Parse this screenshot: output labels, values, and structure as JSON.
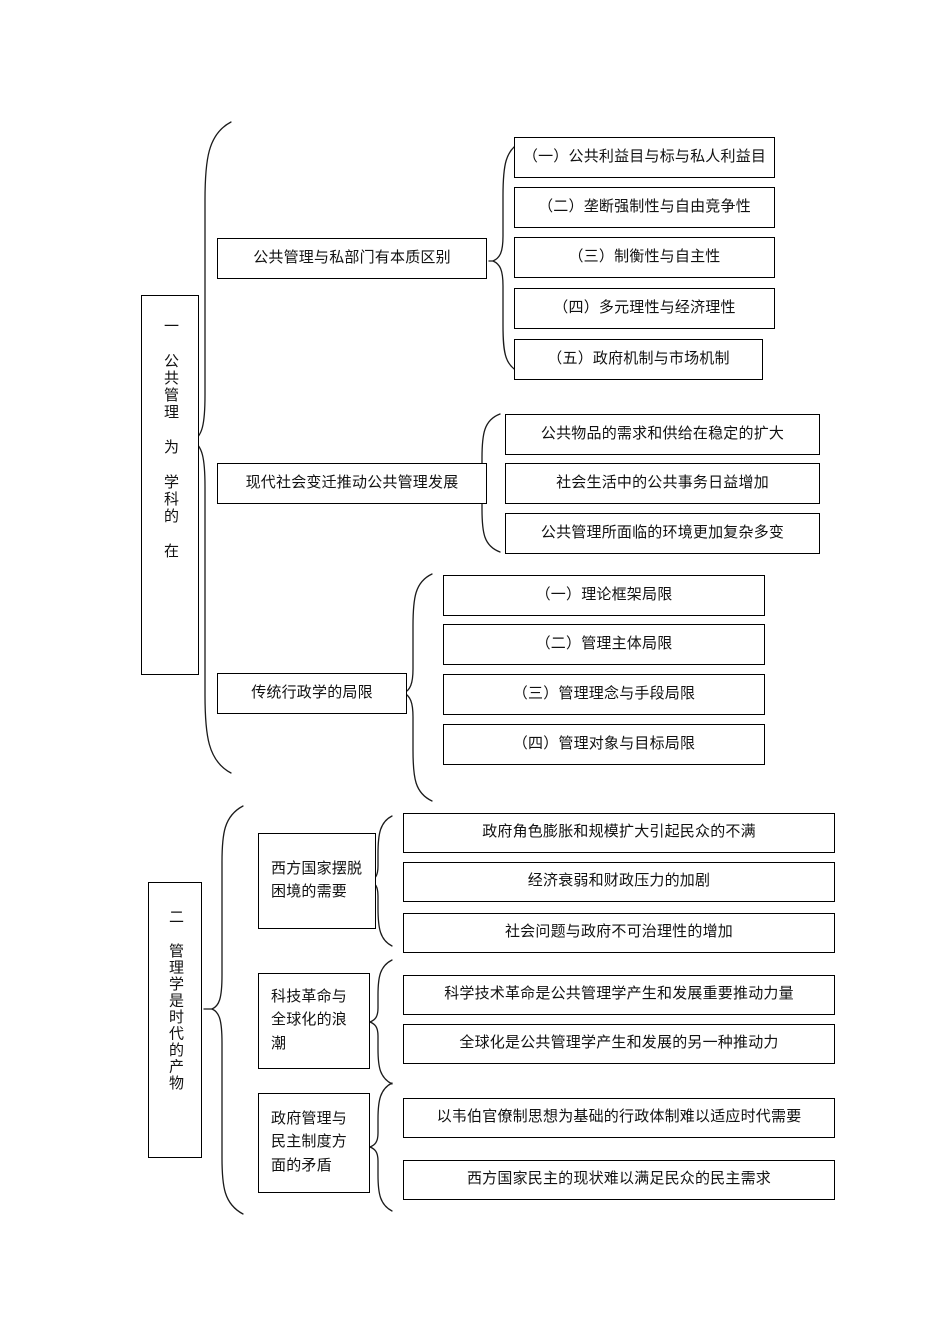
{
  "diagram": {
    "type": "tree-outline",
    "sections": [
      {
        "id": "section-1",
        "root_label": "一 公共管理 为 学科的 在",
        "branches": [
          {
            "label": "公共管理与私部门有本质区别",
            "leaves": [
              "（一）公共利益目与标与私人利益目",
              "（二）垄断强制性与自由竞争性",
              "（三）制衡性与自主性",
              "（四）多元理性与经济理性",
              "（五）政府机制与市场机制"
            ]
          },
          {
            "label": "现代社会变迁推动公共管理发展",
            "leaves": [
              "公共物品的需求和供给在稳定的扩大",
              "社会生活中的公共事务日益增加",
              "公共管理所面临的环境更加复杂多变"
            ]
          },
          {
            "label": "传统行政学的局限",
            "leaves": [
              "（一）理论框架局限",
              "（二）管理主体局限",
              "（三）管理理念与手段局限",
              "（四）管理对象与目标局限"
            ]
          }
        ]
      },
      {
        "id": "section-2",
        "root_label": "二 管理学是时代的产物",
        "branches": [
          {
            "label": "西方国家摆脱困境的需要",
            "leaves": [
              "政府角色膨胀和规模扩大引起民众的不满",
              "经济衰弱和财政压力的加剧",
              "社会问题与政府不可治理性的增加"
            ]
          },
          {
            "label": "科技革命与全球化的浪潮",
            "leaves": [
              "科学技术革命是公共管理学产生和发展重要推动力量",
              "全球化是公共管理学产生和发展的另一种推动力"
            ]
          },
          {
            "label": "政府管理与民主制度方面的矛盾",
            "leaves": [
              "以韦伯官僚制思想为基础的行政体制难以适应时代需要",
              "西方国家民主的现状难以满足民众的民主需求"
            ]
          }
        ]
      }
    ],
    "colors": {
      "stroke": "#000000",
      "background": "#ffffff",
      "text": "#111111"
    }
  }
}
